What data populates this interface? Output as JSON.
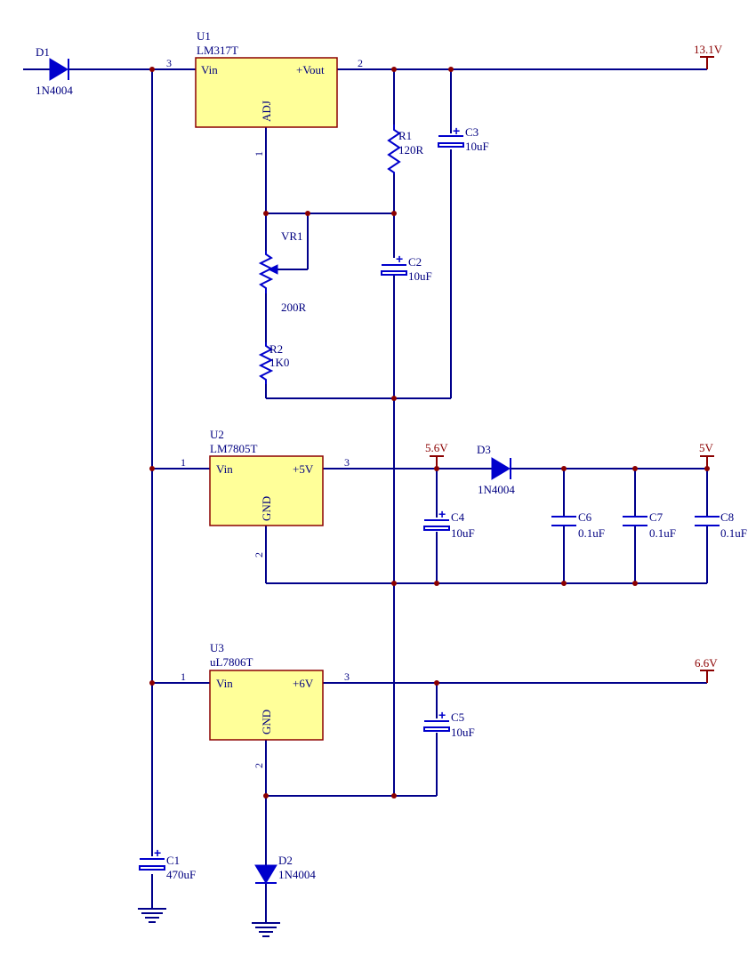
{
  "diagram": {
    "components": {
      "d1": {
        "ref": "D1",
        "value": "1N4004"
      },
      "d2": {
        "ref": "D2",
        "value": "1N4004"
      },
      "d3": {
        "ref": "D3",
        "value": "1N4004"
      },
      "u1": {
        "ref": "U1",
        "value": "LM317T",
        "pin_vin": "Vin",
        "pin_vout": "+Vout",
        "pin_adj": "ADJ",
        "pin_in_num": "3",
        "pin_out_num": "2",
        "pin_adj_num": "1"
      },
      "u2": {
        "ref": "U2",
        "value": "LM7805T",
        "pin_vin": "Vin",
        "pin_vout": "+5V",
        "pin_gnd": "GND",
        "pin_in_num": "1",
        "pin_out_num": "3",
        "pin_gnd_num": "2"
      },
      "u3": {
        "ref": "U3",
        "value": "uL7806T",
        "pin_vin": "Vin",
        "pin_vout": "+6V",
        "pin_gnd": "GND",
        "pin_in_num": "1",
        "pin_out_num": "3",
        "pin_gnd_num": "2"
      },
      "r1": {
        "ref": "R1",
        "value": "120R"
      },
      "r2": {
        "ref": "R2",
        "value": "1K0"
      },
      "vr1": {
        "ref": "VR1",
        "value": "200R"
      },
      "c1": {
        "ref": "C1",
        "value": "470uF"
      },
      "c2": {
        "ref": "C2",
        "value": "10uF"
      },
      "c3": {
        "ref": "C3",
        "value": "10uF"
      },
      "c4": {
        "ref": "C4",
        "value": "10uF"
      },
      "c5": {
        "ref": "C5",
        "value": "10uF"
      },
      "c6": {
        "ref": "C6",
        "value": "0.1uF"
      },
      "c7": {
        "ref": "C7",
        "value": "0.1uF"
      },
      "c8": {
        "ref": "C8",
        "value": "0.1uF"
      }
    },
    "power_ports": {
      "out_13v1": "13.1V",
      "out_5v6": "5.6V",
      "out_5v": "5V",
      "out_6v6": "6.6V"
    },
    "colors": {
      "wire": "#00008b",
      "component": "#0000cc",
      "ic_fill": "#ffff99",
      "ic_border": "#8b0000",
      "junction": "#8b0000",
      "power_port": "#8b0000"
    }
  }
}
